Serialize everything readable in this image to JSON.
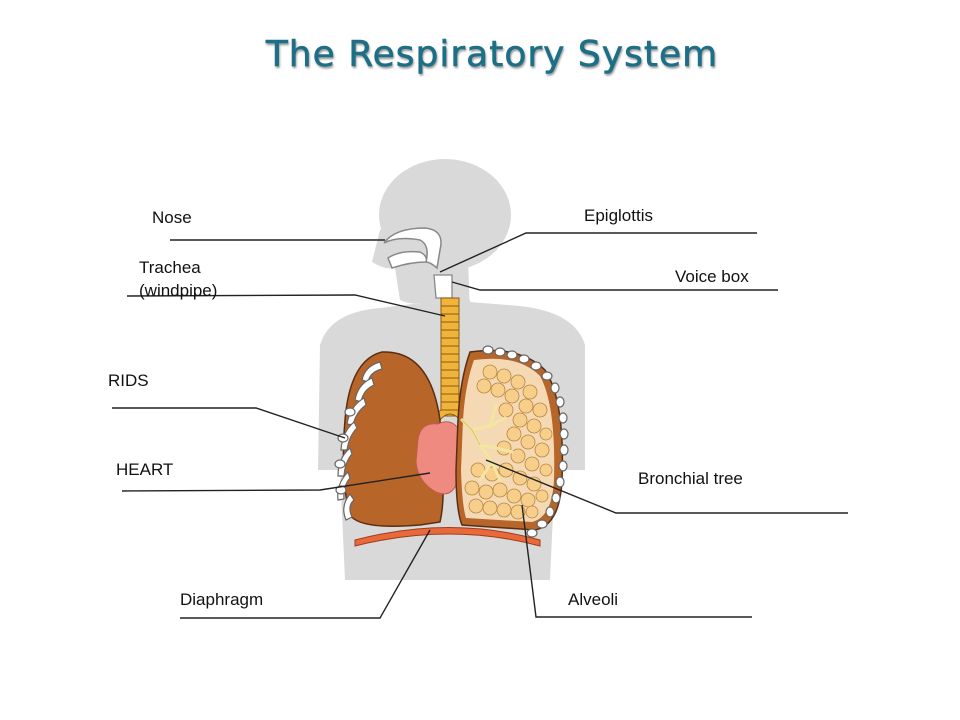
{
  "title": "The Respiratory System",
  "labels": {
    "nose": "Nose",
    "trachea_line1": "Trachea",
    "trachea_line2": "(windpipe)",
    "ribs": "RIDS",
    "heart": "HEART",
    "diaphragm": "Diaphragm",
    "epiglottis": "Epiglottis",
    "voice_box": "Voice box",
    "bronchial_tree": "Bronchial tree",
    "alveoli": "Alveoli"
  },
  "colors": {
    "title": "#1d6f86",
    "silhouette": "#d9d9d9",
    "lung_brown": "#b8652a",
    "lung_cut": "#f5d9b4",
    "alveoli": "#f7cf8a",
    "heart": "#ee8a80",
    "diaphragm": "#e86a3c",
    "trachea": "#f0b43c",
    "rib": "#ffffff"
  }
}
